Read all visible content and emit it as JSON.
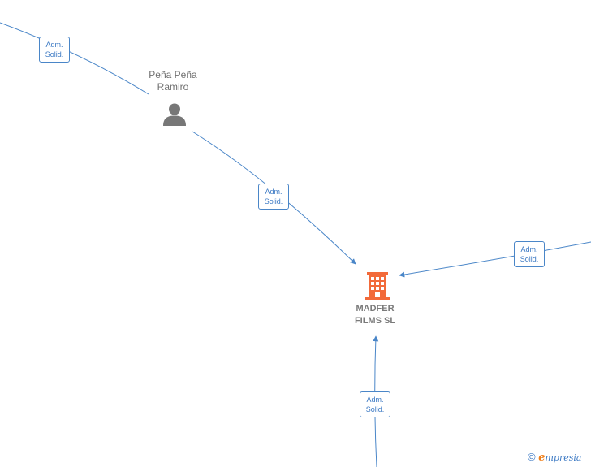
{
  "nodes": {
    "person": {
      "name_line1": "Peña Peña",
      "name_line2": "Ramiro",
      "icon": "person-icon",
      "color": "#777777"
    },
    "company": {
      "name_line1": "MADFER",
      "name_line2": "FILMS  SL",
      "icon": "building-icon",
      "color": "#f26a3a"
    }
  },
  "edges": [
    {
      "label_line1": "Adm.",
      "label_line2": "Solid."
    },
    {
      "label_line1": "Adm.",
      "label_line2": "Solid."
    },
    {
      "label_line1": "Adm.",
      "label_line2": "Solid."
    },
    {
      "label_line1": "Adm.",
      "label_line2": "Solid."
    }
  ],
  "edge_color": "#4a86c8",
  "watermark": {
    "copyright": "©",
    "brand_initial": "e",
    "brand_rest": "mpresia"
  }
}
